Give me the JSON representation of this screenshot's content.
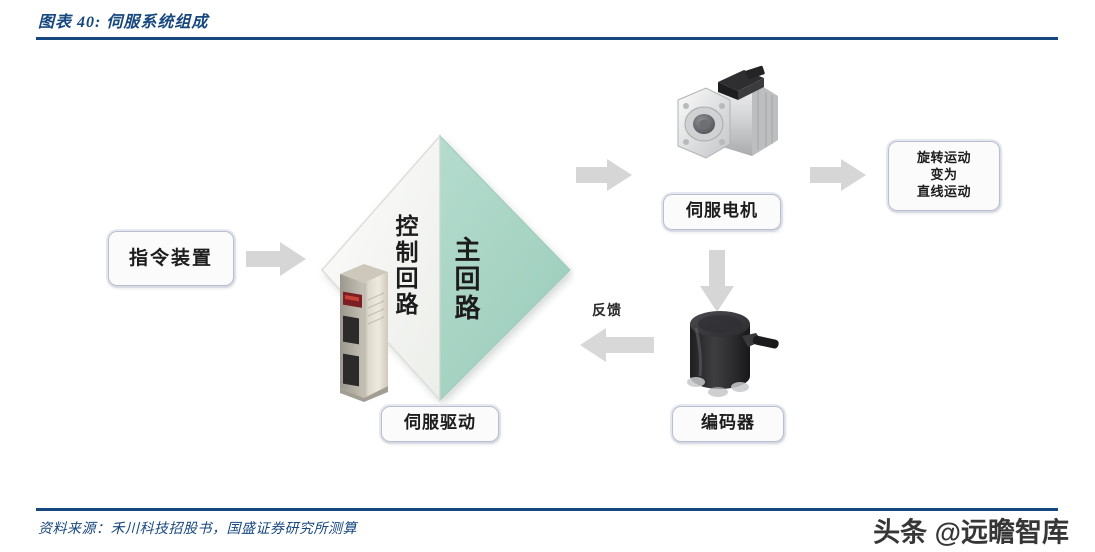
{
  "header": {
    "figure_label": "图表 40:",
    "figure_title": "伺服系统组成",
    "full_title": "图表 40:  伺服系统组成",
    "rule_color": "#17477f"
  },
  "footer": {
    "source_text": "资料来源：禾川科技招股书，国盛证券研究所测算",
    "watermark": "头条 @远瞻智库",
    "rule_color": "#17477f"
  },
  "diagram": {
    "title": "伺服系统组成",
    "palette": {
      "main_circuit_green": "#a9d6c6",
      "control_circuit_white": "#f4f4f2",
      "arrow_grey": "#d6d6d6",
      "box_border": "#b9bfd2",
      "box_fill": "#fbfbfc"
    },
    "nodes": {
      "command_device": "指令装置",
      "servo_drive": "伺服驱动",
      "control_circuit": "控制回路",
      "main_circuit": "主回路",
      "servo_motor": "伺服电机",
      "encoder": "编码器",
      "motion_convert_line1": "旋转运动",
      "motion_convert_line2": "变为",
      "motion_convert_line3": "直线运动"
    },
    "edges": {
      "feedback_label": "反馈",
      "command_to_drive": "right-arrow",
      "drive_to_motor": "right-arrow",
      "motor_to_convert": "right-arrow",
      "motor_to_encoder": "down-arrow",
      "encoder_to_drive": "left-arrow"
    }
  }
}
